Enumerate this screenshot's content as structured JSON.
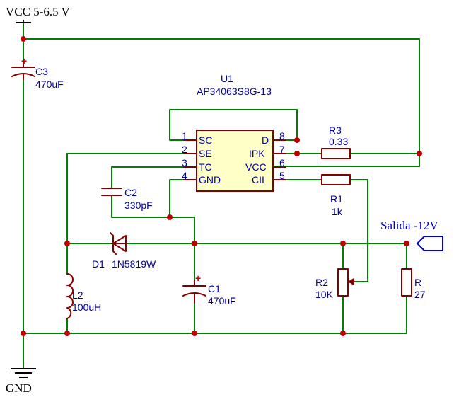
{
  "power": {
    "vcc_label": "VCC 5-6.5 V",
    "gnd_label": "GND"
  },
  "u1": {
    "ref": "U1",
    "value": "AP34063S8G-13",
    "pins": [
      {
        "num": "1",
        "name": "SC"
      },
      {
        "num": "2",
        "name": "SE"
      },
      {
        "num": "3",
        "name": "TC"
      },
      {
        "num": "4",
        "name": "GND"
      },
      {
        "num": "8",
        "name": "D"
      },
      {
        "num": "7",
        "name": "IPK"
      },
      {
        "num": "6",
        "name": "VCC"
      },
      {
        "num": "5",
        "name": "CII"
      }
    ]
  },
  "c3": {
    "ref": "C3",
    "value": "470uF",
    "polarity": "+"
  },
  "c2": {
    "ref": "C2",
    "value": "330pF"
  },
  "c1": {
    "ref": "C1",
    "value": "470uF",
    "polarity": "+"
  },
  "r3": {
    "ref": "R3",
    "value": "0.33"
  },
  "r1": {
    "ref": "R1",
    "value": "1k"
  },
  "r2": {
    "ref": "R2",
    "value": "10K"
  },
  "r": {
    "ref": "R",
    "value": "27"
  },
  "d1": {
    "ref": "D1",
    "value": "1N5819W"
  },
  "l2": {
    "ref": "L2",
    "value": "100uH"
  },
  "output": {
    "label": "Salida -12V"
  },
  "colors": {
    "wire": "#008000",
    "part": "#840000",
    "ic_fill": "#ffffc8",
    "text": "#0000a0",
    "junction": "#c00000",
    "net_label": "#0000c0"
  }
}
